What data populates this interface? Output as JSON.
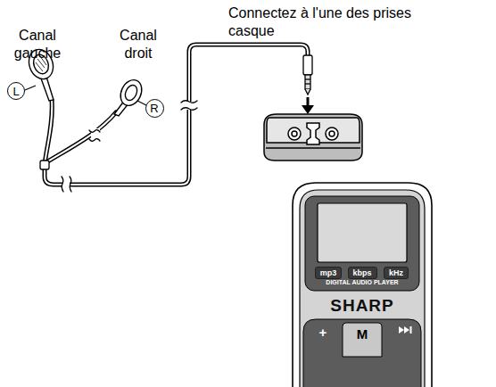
{
  "diagram": {
    "nodes": [
      {
        "text": [
          "L"
        ]
      },
      {
        "text": [
          "R"
        ]
      },
      {
        "text": [
          "mp3"
        ]
      },
      {
        "text": [
          "kbps"
        ]
      },
      {
        "text": [
          "kHz"
        ]
      },
      {
        "text": [
          "+"
        ]
      },
      {
        "text": [
          "M"
        ]
      }
    ],
    "labels": [
      "Canal gauche",
      "Canal droit",
      "Connectez à l'une des prises casque",
      "DIGITAL AUDIO PLAYER",
      "SHARP"
    ]
  }
}
